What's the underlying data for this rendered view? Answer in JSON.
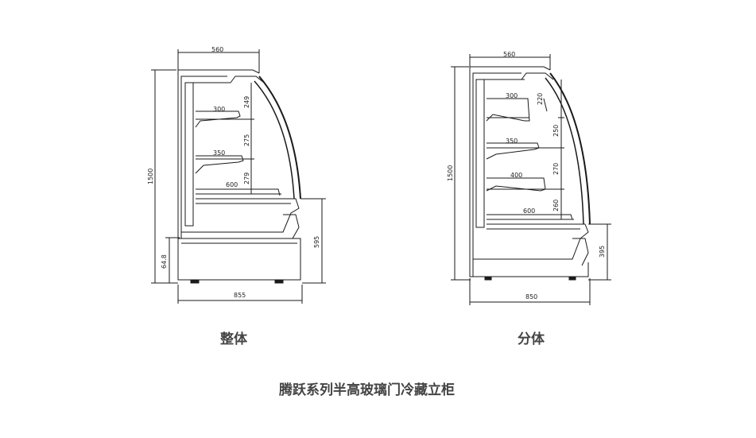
{
  "diagrams": [
    {
      "caption": "整体",
      "dims": {
        "top_width": "560",
        "bottom_width": "855",
        "total_height": "1500",
        "base_height": "64.8",
        "counter_height": "595",
        "shelf_depths": [
          "300",
          "350",
          "600"
        ],
        "shelf_spacings": [
          "249",
          "275",
          "279"
        ]
      }
    },
    {
      "caption": "分体",
      "dims": {
        "top_width": "560",
        "bottom_width": "850",
        "total_height": "1500",
        "counter_height": "395",
        "shelf_depths": [
          "300",
          "350",
          "400",
          "600"
        ],
        "shelf_spacings": [
          "220",
          "250",
          "270",
          "260"
        ]
      }
    }
  ],
  "title": "腾跃系列半高玻璃门冷藏立柜",
  "colors": {
    "line": "#1a1a1a",
    "caption": "#444444"
  }
}
